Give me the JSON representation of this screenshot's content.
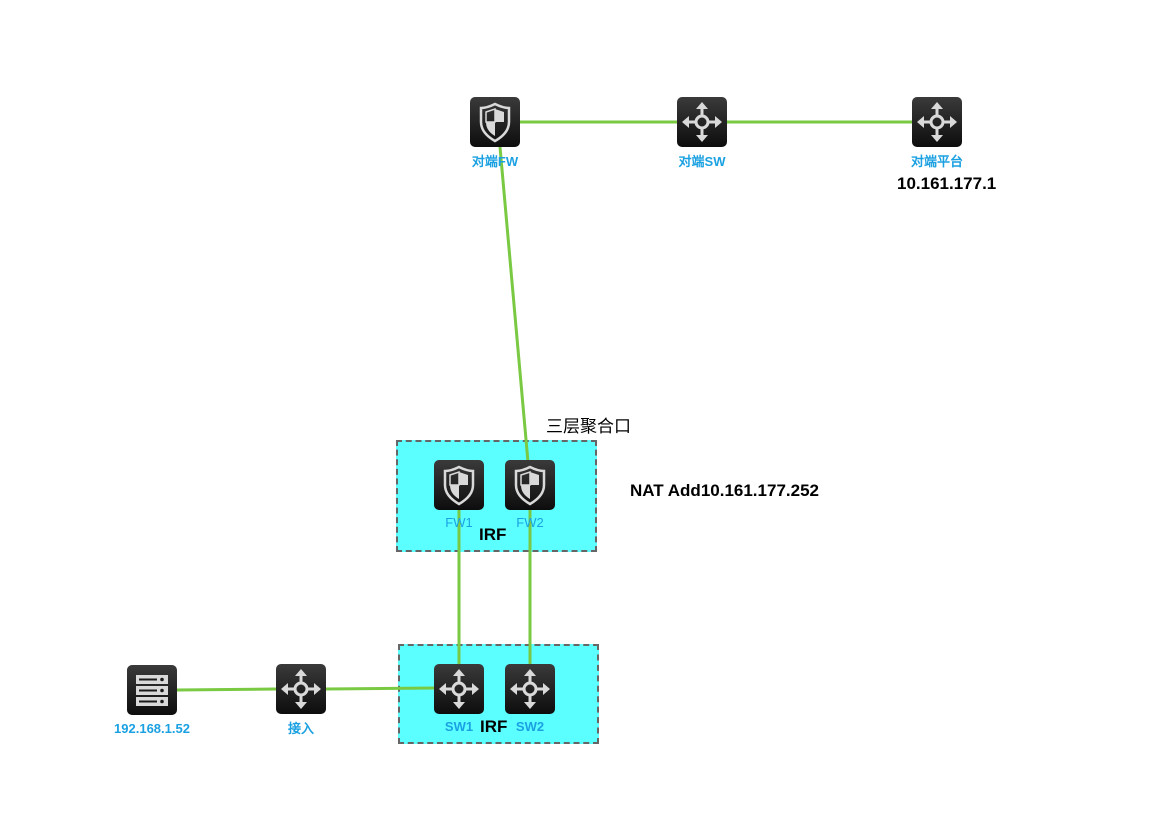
{
  "diagram": {
    "colors": {
      "link": "#7ac943",
      "device_tile": "#1a1a1a",
      "device_glyph": "#d9d9d9",
      "group_fill": "#5cffff",
      "group_border": "#666666",
      "device_label": "#1ba1e2",
      "annotation": "#000000"
    },
    "nodes": {
      "peer_fw": {
        "label": "对端FW",
        "icon": "firewall-icon"
      },
      "peer_sw": {
        "label": "对端SW",
        "icon": "switch-icon"
      },
      "peer_platform": {
        "label": "对端平台",
        "icon": "switch-icon",
        "ip": "10.161.177.1"
      },
      "fw1": {
        "label": "FW1",
        "icon": "firewall-icon"
      },
      "fw2": {
        "label": "FW2",
        "icon": "firewall-icon"
      },
      "sw1": {
        "label": "SW1",
        "icon": "switch-icon"
      },
      "sw2": {
        "label": "SW2",
        "icon": "switch-icon"
      },
      "access": {
        "label": "接入",
        "icon": "switch-icon"
      },
      "server": {
        "label": "192.168.1.52",
        "icon": "server-icon"
      }
    },
    "groups": {
      "fw_irf": {
        "label": "IRF",
        "members": [
          "fw1",
          "fw2"
        ]
      },
      "sw_irf": {
        "label": "IRF",
        "members": [
          "sw1",
          "sw2"
        ]
      }
    },
    "annotations": {
      "l3_aggregation": "三层聚合口",
      "nat": "NAT Add10.161.177.252"
    },
    "links": [
      {
        "from": "peer_fw",
        "to": "peer_sw"
      },
      {
        "from": "peer_sw",
        "to": "peer_platform"
      },
      {
        "from": "peer_fw",
        "to": "fw2"
      },
      {
        "from": "fw1",
        "to": "sw1"
      },
      {
        "from": "fw2",
        "to": "sw2"
      },
      {
        "from": "server",
        "to": "access"
      },
      {
        "from": "access",
        "to": "sw1"
      }
    ]
  }
}
